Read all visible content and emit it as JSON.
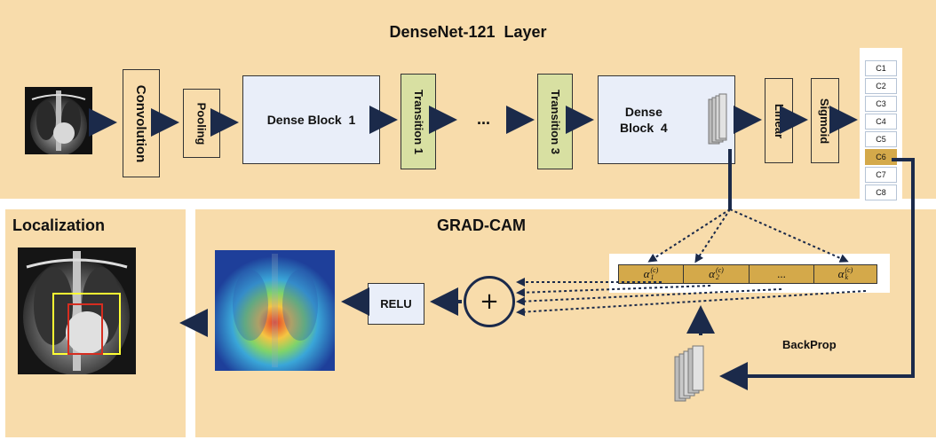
{
  "top_panel": {
    "title": "DenseNet-121  Layer"
  },
  "pipeline": {
    "convolution": "Convolution",
    "pooling": "Pooling",
    "dense_block_1": "Dense Block  1",
    "transition_1": "Transition 1",
    "ellipsis": "...",
    "transition_3": "Transition 3",
    "dense_block_4_line1": "Dense",
    "dense_block_4_line2": "Block  4",
    "linear": "Linear",
    "sigmoid": "Sigmoid"
  },
  "classes": [
    "C1",
    "C2",
    "C3",
    "C4",
    "C5",
    "C6",
    "C7",
    "C8"
  ],
  "selected_class": "C6",
  "localization_panel": {
    "title": "Localization"
  },
  "gradcam_panel": {
    "title": "GRAD-CAM",
    "relu": "RELU",
    "plus": "+",
    "backprop": "BackProp",
    "alpha_ellipsis": "...",
    "alphas": [
      {
        "base": "α",
        "sub": "1",
        "sup": "(c)"
      },
      {
        "base": "α",
        "sub": "2",
        "sup": "(c)"
      },
      {
        "base": "α",
        "sub": "k",
        "sup": "(c)"
      }
    ]
  },
  "colors": {
    "panel": "#f8dcab",
    "arrow": "#1b2a4a",
    "dense_block": "#e9eef9",
    "transition": "#d8e0a2",
    "selected_class": "#d4a94a",
    "alpha_cell": "#d4a94a",
    "bbox_outer": "#ffff33",
    "bbox_inner": "#d62d20"
  }
}
